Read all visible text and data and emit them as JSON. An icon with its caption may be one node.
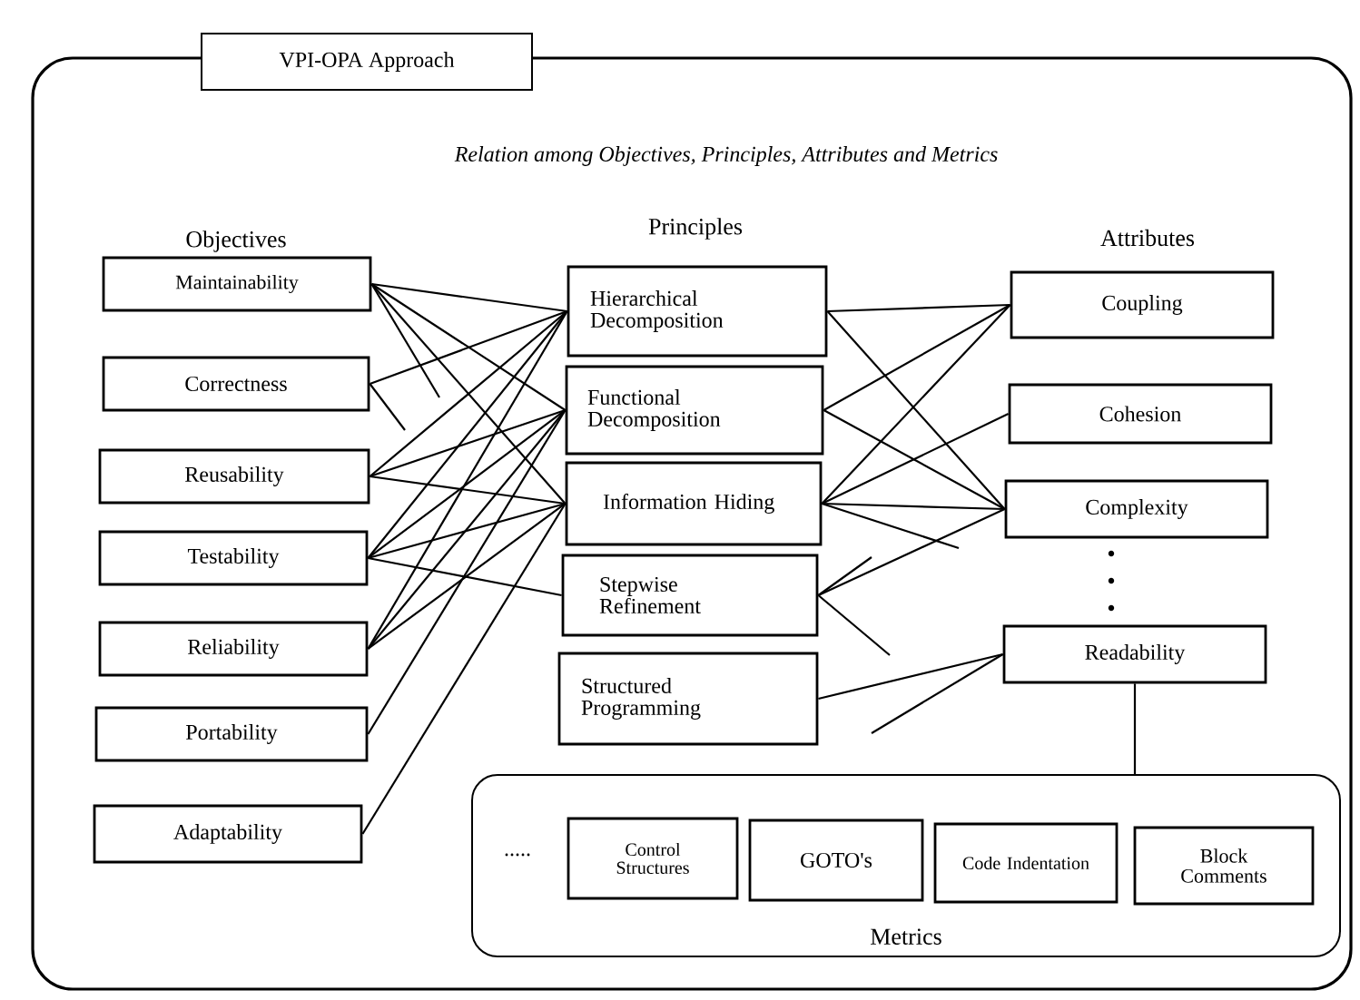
{
  "diagram": {
    "title": "VPI-OPA Approach",
    "nodes": [
      {
        "text": [
          "Maintainability"
        ]
      },
      {
        "text": [
          "Correctness"
        ]
      },
      {
        "text": [
          "Reusability"
        ]
      },
      {
        "text": [
          "Testability"
        ]
      },
      {
        "text": [
          "Reliability"
        ]
      },
      {
        "text": [
          "Portability"
        ]
      },
      {
        "text": [
          "Adaptability"
        ]
      },
      {
        "text": [
          "Hierarchical Decomposition"
        ]
      },
      {
        "text": [
          "Functional Decomposition"
        ]
      },
      {
        "text": [
          "Information Hiding"
        ]
      },
      {
        "text": [
          "Stepwise Refinement"
        ]
      },
      {
        "text": [
          "Structured Programming"
        ]
      },
      {
        "text": [
          "Coupling"
        ]
      },
      {
        "text": [
          "Cohesion"
        ]
      },
      {
        "text": [
          "Complexity"
        ]
      },
      {
        "text": [
          "Readability"
        ]
      },
      {
        "text": [
          "Metrics"
        ]
      },
      {
        "text": [
          "Control Structures"
        ],
        "in": 16
      },
      {
        "text": [
          "GOTO's"
        ],
        "in": 16
      },
      {
        "text": [
          "Code Indentation"
        ],
        "in": 16
      },
      {
        "text": [
          "Block Comments"
        ],
        "in": 16
      }
    ],
    "edges": [
      {
        "from": 0,
        "to": 7,
        "arrow": "none"
      },
      {
        "from": 0,
        "to": 8,
        "arrow": "none"
      },
      {
        "from": 0,
        "to": 9,
        "arrow": "none"
      },
      {
        "from": 0,
        "to": null,
        "arrow": "none"
      },
      {
        "from": 1,
        "to": 7,
        "arrow": "none"
      },
      {
        "from": 1,
        "to": null,
        "arrow": "none"
      },
      {
        "from": 2,
        "to": 7,
        "arrow": "none"
      },
      {
        "from": 2,
        "to": 8,
        "arrow": "none"
      },
      {
        "from": 2,
        "to": 9,
        "arrow": "none"
      },
      {
        "from": 3,
        "to": 7,
        "arrow": "none"
      },
      {
        "from": 3,
        "to": 8,
        "arrow": "none"
      },
      {
        "from": 3,
        "to": 9,
        "arrow": "none"
      },
      {
        "from": 3,
        "to": 10,
        "arrow": "none"
      },
      {
        "from": 4,
        "to": 7,
        "arrow": "none"
      },
      {
        "from": 4,
        "to": 8,
        "arrow": "none"
      },
      {
        "from": 4,
        "to": 9,
        "arrow": "none"
      },
      {
        "from": 5,
        "to": 8,
        "arrow": "none"
      },
      {
        "from": 6,
        "to": 9,
        "arrow": "none"
      },
      {
        "from": 7,
        "to": 12,
        "arrow": "none"
      },
      {
        "from": 7,
        "to": 14,
        "arrow": "none"
      },
      {
        "from": 8,
        "to": 12,
        "arrow": "none"
      },
      {
        "from": 8,
        "to": 14,
        "arrow": "none"
      },
      {
        "from": 9,
        "to": 12,
        "arrow": "none"
      },
      {
        "from": 9,
        "to": 13,
        "arrow": "none"
      },
      {
        "from": 9,
        "to": 14,
        "arrow": "none"
      },
      {
        "from": 9,
        "to": null,
        "arrow": "none"
      },
      {
        "from": 14,
        "to": 10,
        "arrow": "none"
      },
      {
        "from": 10,
        "to": null,
        "arrow": "none"
      },
      {
        "from": 10,
        "to": null,
        "arrow": "none"
      },
      {
        "from": 11,
        "to": 15,
        "arrow": "none"
      },
      {
        "from": null,
        "to": 15,
        "arrow": "none"
      },
      {
        "from": 15,
        "to": 16,
        "arrow": "none"
      }
    ],
    "labels": [
      "Relation among Objectives, Principles, Attributes and Metrics",
      "Objectives",
      "Principles",
      "Attributes",
      "....."
    ]
  }
}
